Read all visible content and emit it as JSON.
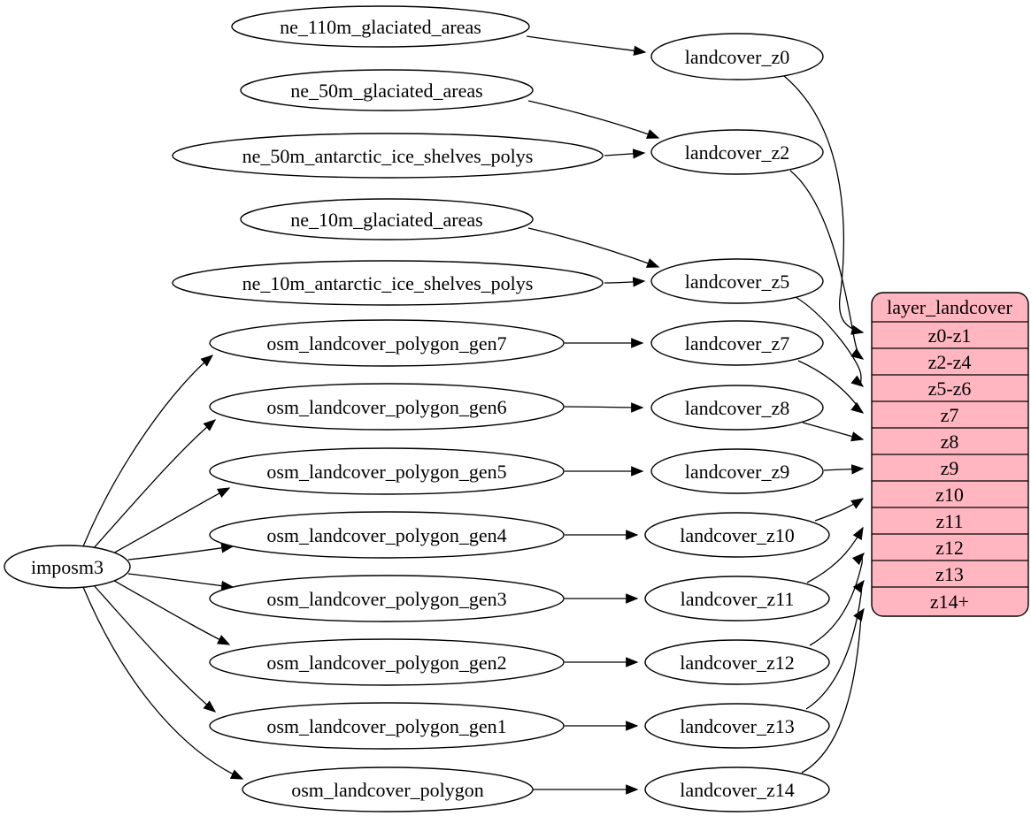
{
  "colors": {
    "background": "#ffffff",
    "node_fill": "#ffffff",
    "node_stroke": "#000000",
    "edge_stroke": "#000000",
    "table_fill": "#ffb6c1"
  },
  "nodes": {
    "imposm3": "imposm3",
    "ne_110m_glaciated_areas": "ne_110m_glaciated_areas",
    "ne_50m_glaciated_areas": "ne_50m_glaciated_areas",
    "ne_50m_antarctic_ice_shelves_polys": "ne_50m_antarctic_ice_shelves_polys",
    "ne_10m_glaciated_areas": "ne_10m_glaciated_areas",
    "ne_10m_antarctic_ice_shelves_polys": "ne_10m_antarctic_ice_shelves_polys",
    "osm_landcover_polygon_gen7": "osm_landcover_polygon_gen7",
    "osm_landcover_polygon_gen6": "osm_landcover_polygon_gen6",
    "osm_landcover_polygon_gen5": "osm_landcover_polygon_gen5",
    "osm_landcover_polygon_gen4": "osm_landcover_polygon_gen4",
    "osm_landcover_polygon_gen3": "osm_landcover_polygon_gen3",
    "osm_landcover_polygon_gen2": "osm_landcover_polygon_gen2",
    "osm_landcover_polygon_gen1": "osm_landcover_polygon_gen1",
    "osm_landcover_polygon": "osm_landcover_polygon",
    "landcover_z0": "landcover_z0",
    "landcover_z2": "landcover_z2",
    "landcover_z5": "landcover_z5",
    "landcover_z7": "landcover_z7",
    "landcover_z8": "landcover_z8",
    "landcover_z9": "landcover_z9",
    "landcover_z10": "landcover_z10",
    "landcover_z11": "landcover_z11",
    "landcover_z12": "landcover_z12",
    "landcover_z13": "landcover_z13",
    "landcover_z14": "landcover_z14"
  },
  "table": {
    "title": "layer_landcover",
    "rows": [
      "z0-z1",
      "z2-z4",
      "z5-z6",
      "z7",
      "z8",
      "z9",
      "z10",
      "z11",
      "z12",
      "z13",
      "z14+"
    ]
  },
  "edges": [
    [
      "ne_110m_glaciated_areas",
      "landcover_z0"
    ],
    [
      "ne_50m_glaciated_areas",
      "landcover_z2"
    ],
    [
      "ne_50m_antarctic_ice_shelves_polys",
      "landcover_z2"
    ],
    [
      "ne_10m_glaciated_areas",
      "landcover_z5"
    ],
    [
      "ne_10m_antarctic_ice_shelves_polys",
      "landcover_z5"
    ],
    [
      "imposm3",
      "osm_landcover_polygon_gen7"
    ],
    [
      "imposm3",
      "osm_landcover_polygon_gen6"
    ],
    [
      "imposm3",
      "osm_landcover_polygon_gen5"
    ],
    [
      "imposm3",
      "osm_landcover_polygon_gen4"
    ],
    [
      "imposm3",
      "osm_landcover_polygon_gen3"
    ],
    [
      "imposm3",
      "osm_landcover_polygon_gen2"
    ],
    [
      "imposm3",
      "osm_landcover_polygon_gen1"
    ],
    [
      "imposm3",
      "osm_landcover_polygon"
    ],
    [
      "osm_landcover_polygon_gen7",
      "landcover_z7"
    ],
    [
      "osm_landcover_polygon_gen6",
      "landcover_z8"
    ],
    [
      "osm_landcover_polygon_gen5",
      "landcover_z9"
    ],
    [
      "osm_landcover_polygon_gen4",
      "landcover_z10"
    ],
    [
      "osm_landcover_polygon_gen3",
      "landcover_z11"
    ],
    [
      "osm_landcover_polygon_gen2",
      "landcover_z12"
    ],
    [
      "osm_landcover_polygon_gen1",
      "landcover_z13"
    ],
    [
      "osm_landcover_polygon",
      "landcover_z14"
    ],
    [
      "landcover_z0",
      "layer_landcover:z0-z1"
    ],
    [
      "landcover_z2",
      "layer_landcover:z2-z4"
    ],
    [
      "landcover_z5",
      "layer_landcover:z5-z6"
    ],
    [
      "landcover_z7",
      "layer_landcover:z7"
    ],
    [
      "landcover_z8",
      "layer_landcover:z8"
    ],
    [
      "landcover_z9",
      "layer_landcover:z9"
    ],
    [
      "landcover_z10",
      "layer_landcover:z10"
    ],
    [
      "landcover_z11",
      "layer_landcover:z11"
    ],
    [
      "landcover_z12",
      "layer_landcover:z12"
    ],
    [
      "landcover_z13",
      "layer_landcover:z13"
    ],
    [
      "landcover_z14",
      "layer_landcover:z14+"
    ]
  ]
}
